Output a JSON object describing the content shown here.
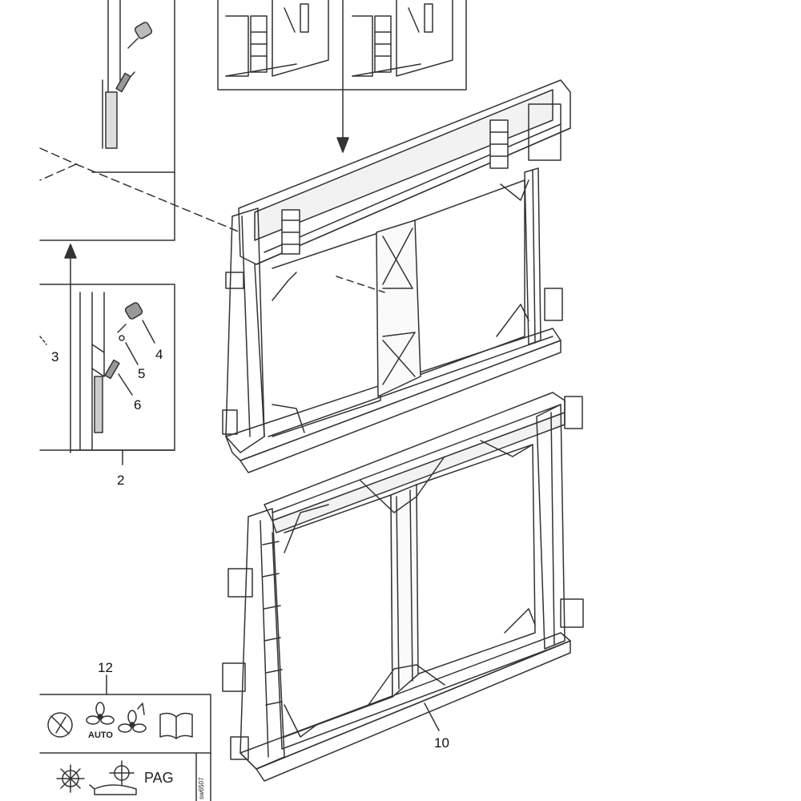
{
  "callouts": {
    "c2": "2",
    "c3": "3",
    "c4": "4",
    "c5": "5",
    "c6": "6",
    "c10": "10",
    "c12": "12"
  },
  "label_panel": {
    "auto_text": "AUTO",
    "pag_text": "PAG",
    "code_text": "sw6507"
  }
}
